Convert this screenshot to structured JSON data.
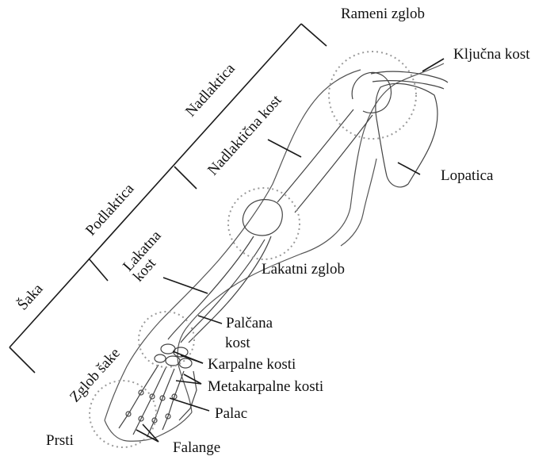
{
  "labels": {
    "shoulder_joint": "Rameni zglob",
    "clavicle": "Ključna kost",
    "upper_arm": "Nadlaktica",
    "humerus": "Nadlaktična kost",
    "scapula": "Lopatica",
    "forearm": "Podlaktica",
    "ulna_line1": "Lakatna",
    "ulna_line2": "kost",
    "elbow_joint": "Lakatni zglob",
    "hand": "Šaka",
    "radius_line1": "Palčana",
    "radius_line2": "kost",
    "wrist_joint": "Zglob šake",
    "carpals": "Karpalne kosti",
    "metacarpals": "Metakarpalne kosti",
    "thumb": "Palac",
    "fingers": "Prsti",
    "phalanges": "Falange"
  }
}
